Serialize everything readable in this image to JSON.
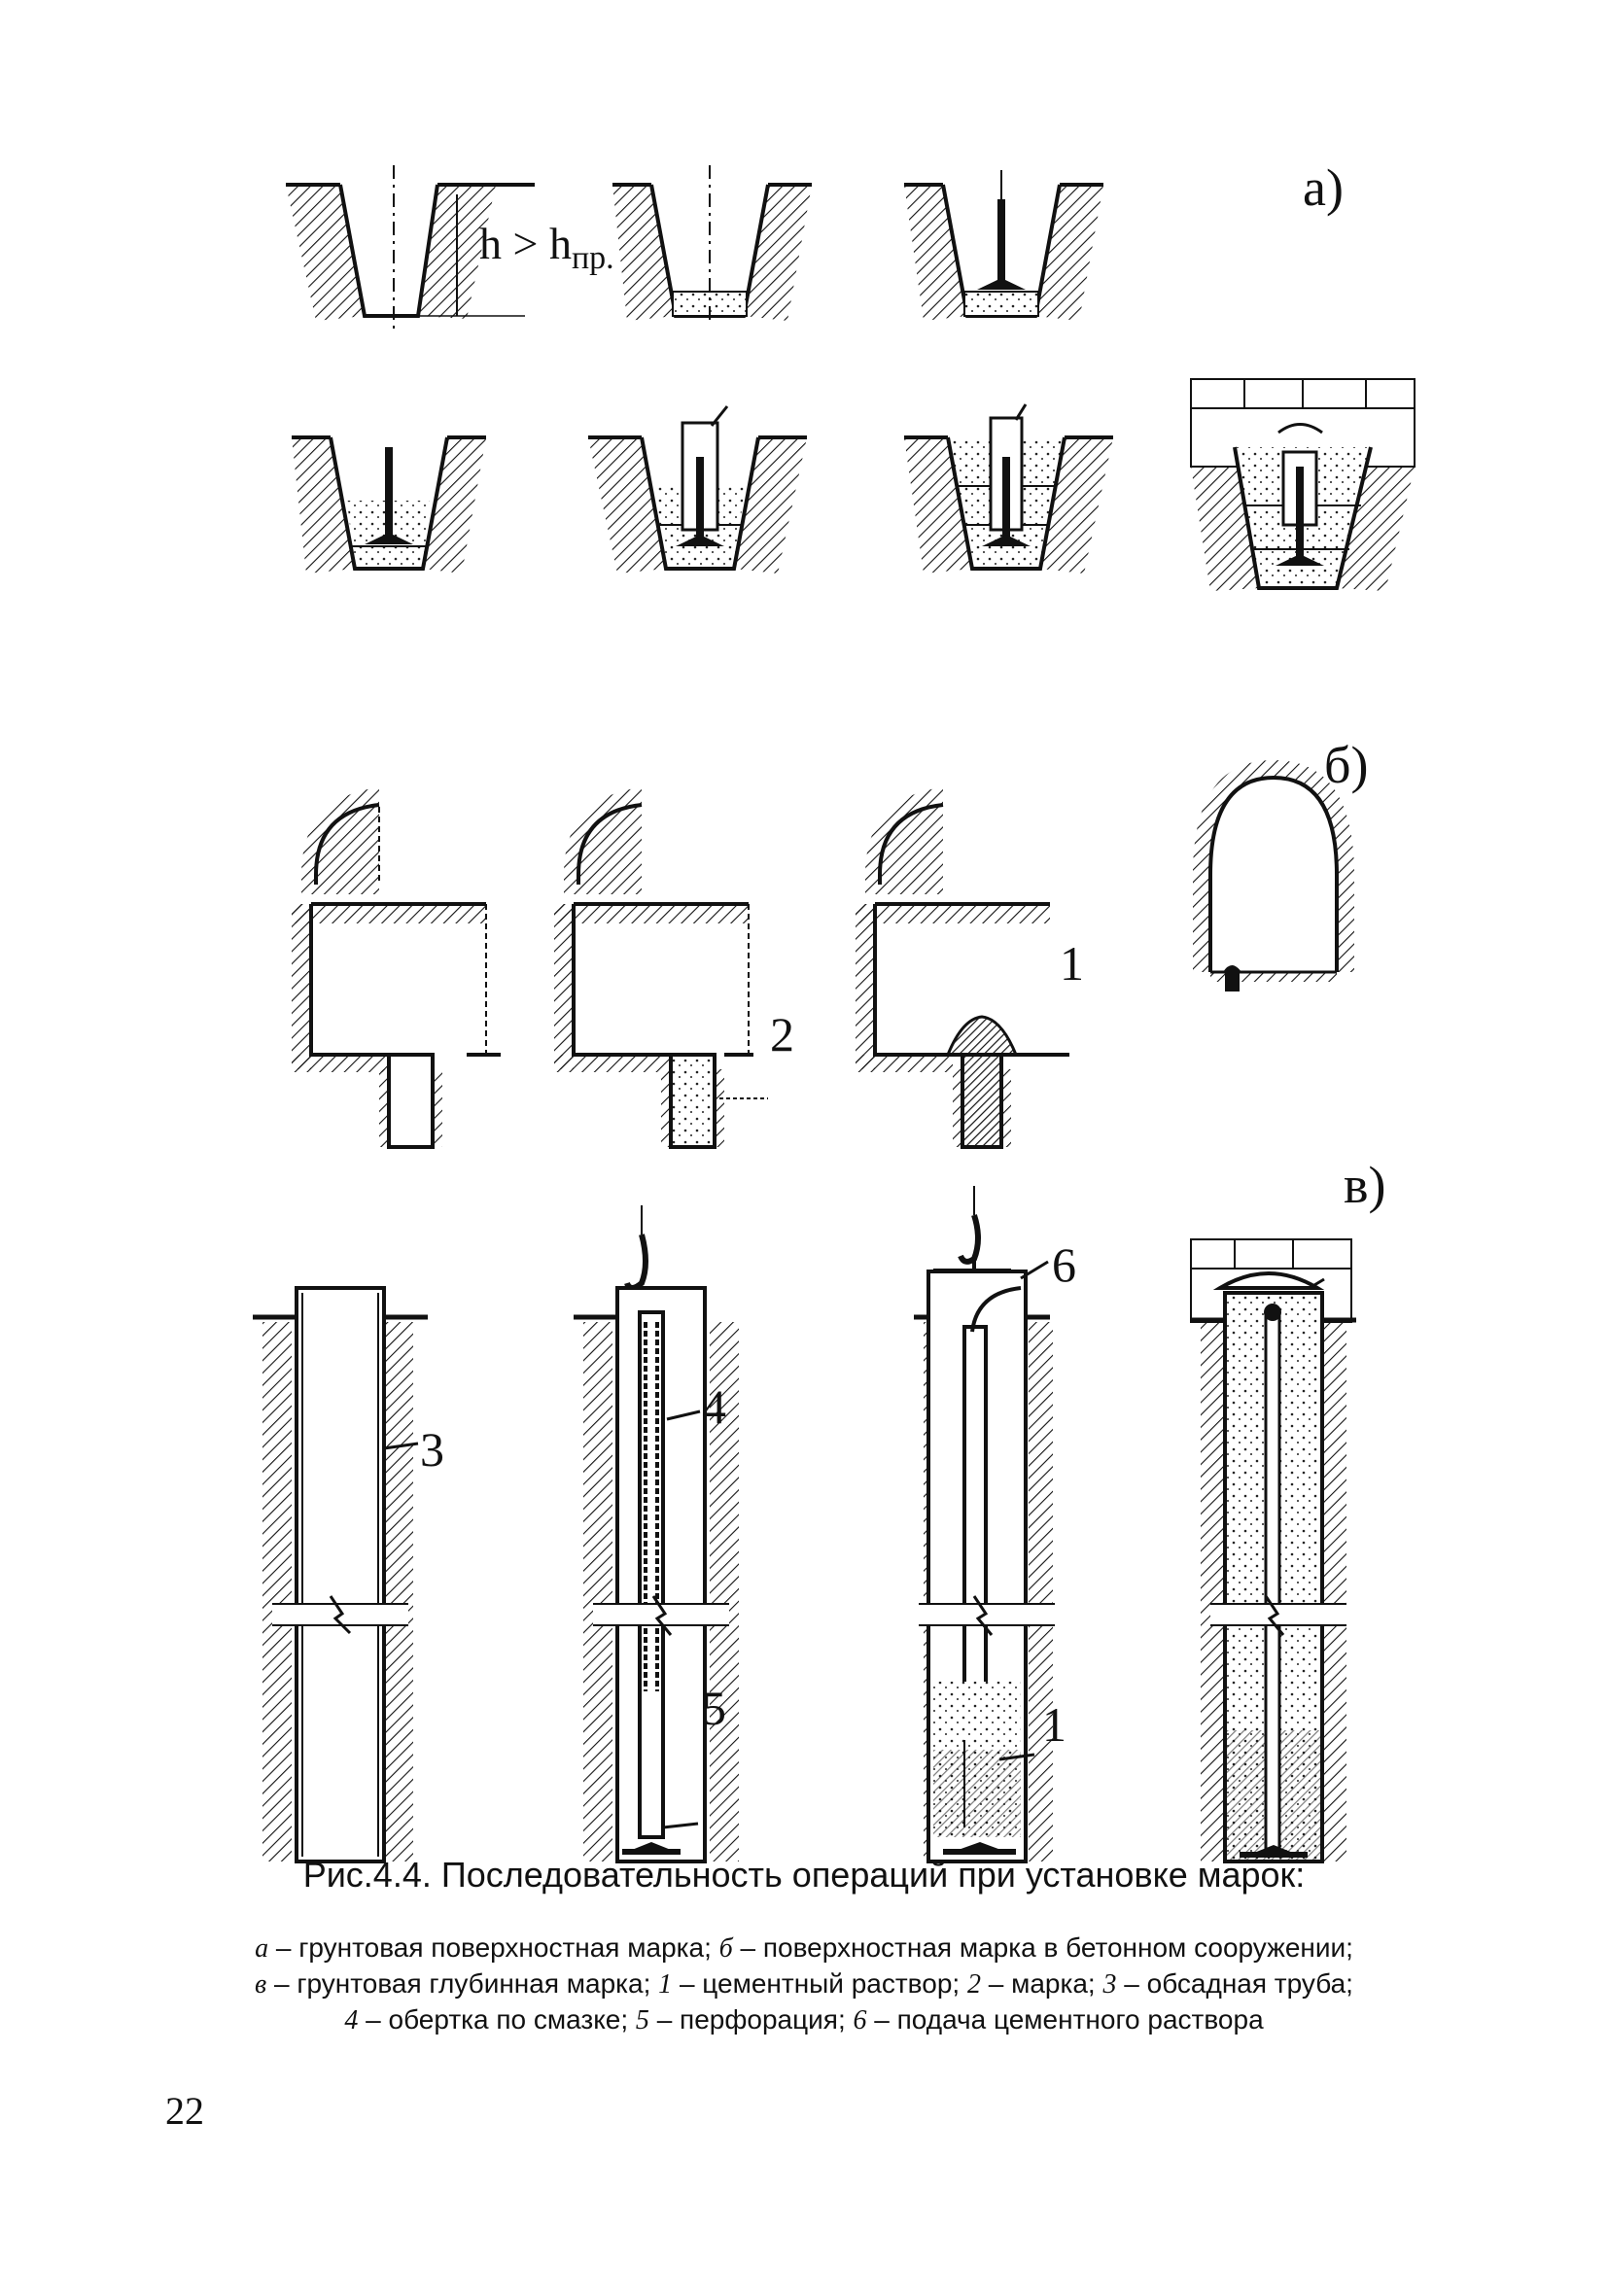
{
  "figure": {
    "panel_labels": {
      "a": "а)",
      "b": "б)",
      "c": "в)"
    },
    "formula": {
      "h": "h",
      "op": " > ",
      "h2": "h",
      "sub": "пр."
    },
    "callouts": {
      "c1": "1",
      "c2": "2",
      "c3": "3",
      "c4": "4",
      "c5": "5",
      "c6": "6",
      "c1b": "1"
    }
  },
  "caption": {
    "title": "Рис.4.4. Последовательность операций при установке марок:",
    "legend": {
      "a_key": "а",
      "a_text": " – грунтовая поверхностная марка; ",
      "b_key": "б",
      "b_text": " – поверхностная марка в бетонном сооружении;",
      "v_key": "в",
      "v_text": " – грунтовая глубинная марка; ",
      "k1": "1",
      "t1": " – цементный раствор; ",
      "k2": "2",
      "t2": " – марка; ",
      "k3": "3",
      "t3": " – обсадная труба;",
      "k4": "4",
      "t4": " – обертка по смазке; ",
      "k5": "5",
      "t5": " – перфорация; ",
      "k6": "6",
      "t6": " – подача цементного раствора"
    }
  },
  "page_number": "22"
}
